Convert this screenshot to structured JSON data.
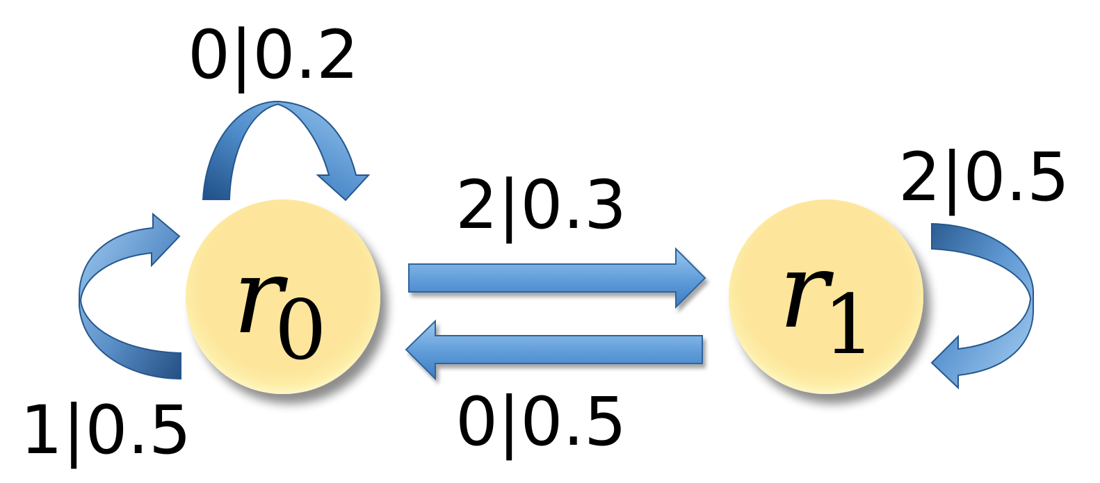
{
  "states": [
    {
      "id": "r0",
      "variable": "r",
      "subscript": "0"
    },
    {
      "id": "r1",
      "variable": "r",
      "subscript": "1"
    }
  ],
  "transitions": [
    {
      "from": "r0",
      "to": "r0",
      "label": "0|0.2"
    },
    {
      "from": "r0",
      "to": "r0",
      "label": "1|0.5"
    },
    {
      "from": "r0",
      "to": "r1",
      "label": "2|0.3"
    },
    {
      "from": "r1",
      "to": "r0",
      "label": "0|0.5"
    },
    {
      "from": "r1",
      "to": "r1",
      "label": "2|0.5"
    }
  ],
  "colors": {
    "state_fill": "#fde59b",
    "state_glow": "#fff3b0",
    "arrow_light": "#8fbfea",
    "arrow_dark": "#2a5f98",
    "arrow_stroke": "#25578c"
  }
}
